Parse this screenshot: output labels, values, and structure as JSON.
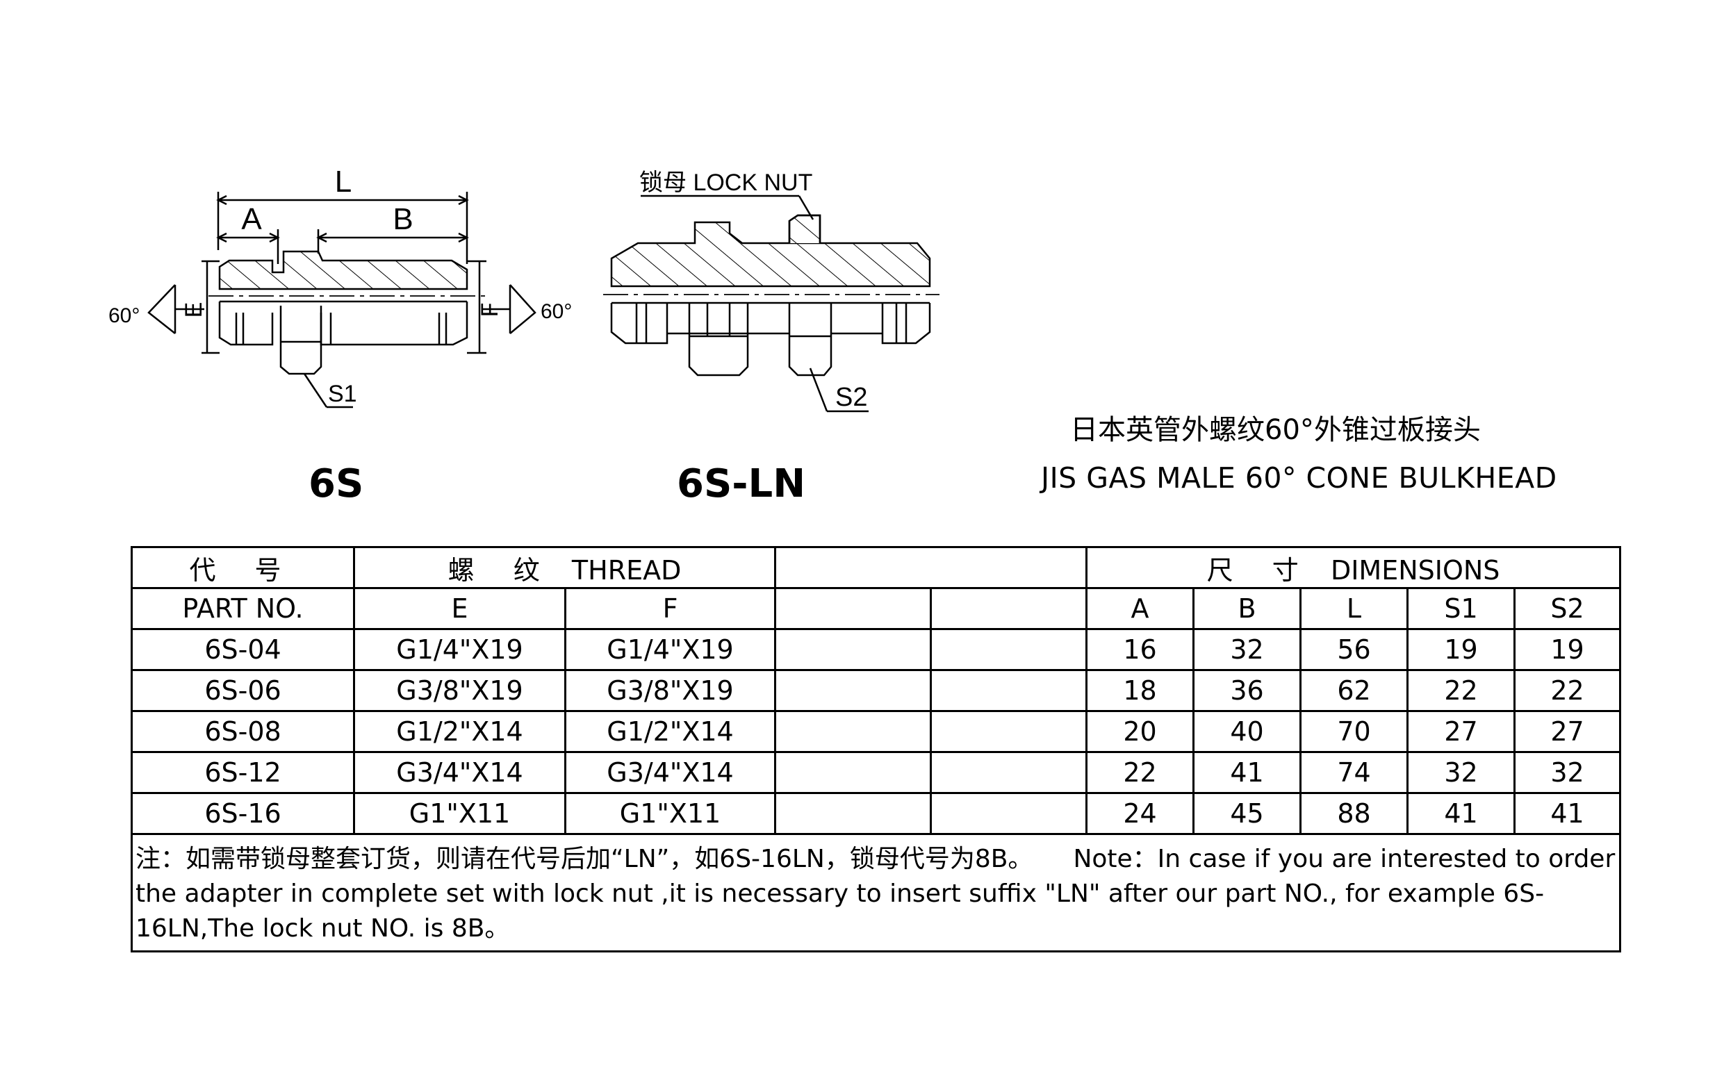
{
  "drawing": {
    "left_model": "6S",
    "right_model": "6S-LN",
    "dim_L": "L",
    "dim_A": "A",
    "dim_B": "B",
    "dim_E": "E",
    "dim_F": "F",
    "angle_left": "60°",
    "angle_right": "60°",
    "s1_label": "S1",
    "s2_label": "S2",
    "lock_nut_label": "锁母 LOCK NUT"
  },
  "title": {
    "cn": "日本英管外螺纹60°外锥过板接头",
    "en": "JIS GAS MALE 60° CONE  BULKHEAD"
  },
  "table": {
    "part_no_cn": "代 号",
    "part_no_en": "PART  NO.",
    "thread_cn": "螺 纹",
    "thread_en": "THREAD",
    "dims_cn": "尺 寸",
    "dims_en": "DIMENSIONS",
    "col_e": "E",
    "col_f": "F",
    "col_a": "A",
    "col_b": "B",
    "col_l": "L",
    "col_s1": "S1",
    "col_s2": "S2",
    "rows": [
      {
        "part": "6S-04",
        "e": "G1/4\"X19",
        "f": "G1/4\"X19",
        "a": "16",
        "b": "32",
        "l": "56",
        "s1": "19",
        "s2": "19"
      },
      {
        "part": "6S-06",
        "e": "G3/8\"X19",
        "f": "G3/8\"X19",
        "a": "18",
        "b": "36",
        "l": "62",
        "s1": "22",
        "s2": "22"
      },
      {
        "part": "6S-08",
        "e": "G1/2\"X14",
        "f": "G1/2\"X14",
        "a": "20",
        "b": "40",
        "l": "70",
        "s1": "27",
        "s2": "27"
      },
      {
        "part": "6S-12",
        "e": "G3/4\"X14",
        "f": "G3/4\"X14",
        "a": "22",
        "b": "41",
        "l": "74",
        "s1": "32",
        "s2": "32"
      },
      {
        "part": "6S-16",
        "e": "G1\"X11",
        "f": "G1\"X11",
        "a": "24",
        "b": "45",
        "l": "88",
        "s1": "41",
        "s2": "41"
      }
    ]
  },
  "note": {
    "cn": "注：如需带锁母整套订货，则请在代号后加“LN”，如6S-16LN，锁母代号为8B。",
    "en": "Note：In case if you are interested to order the adapter in complete set with  lock nut ,it is necessary to insert suffix \"LN\" after our part NO., for example 6S-16LN,The lock nut NO. is 8B。"
  }
}
